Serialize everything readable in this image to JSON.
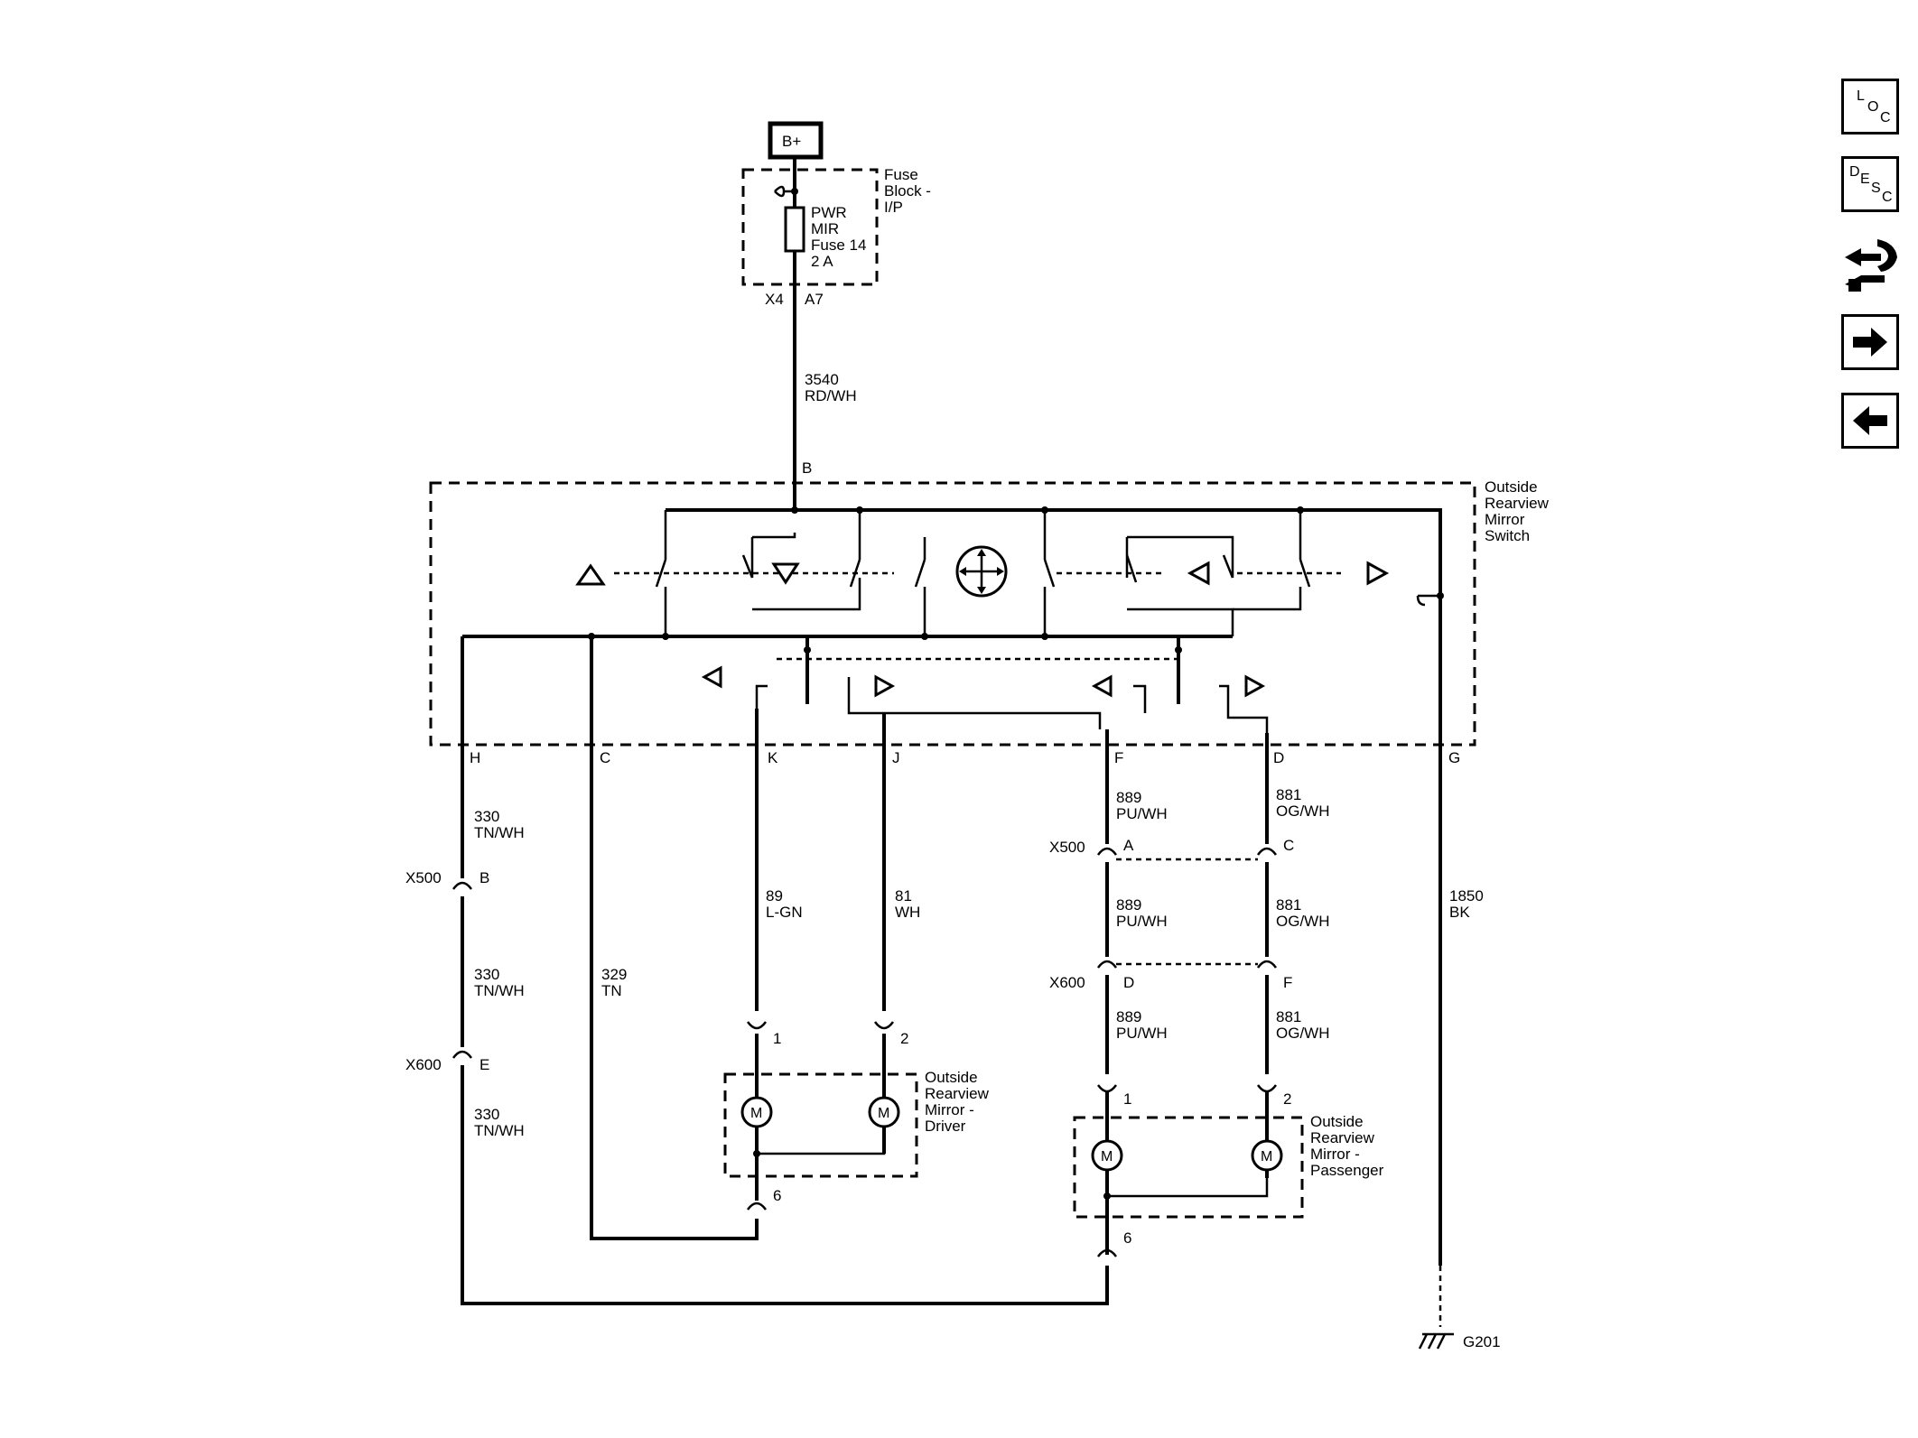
{
  "source": {
    "label": "B+"
  },
  "fuse_block": {
    "title_lines": [
      "Fuse",
      "Block -",
      "I/P"
    ],
    "fuse_lines": [
      "PWR",
      "MIR",
      "Fuse 14",
      "2 A"
    ],
    "pin_left": "X4",
    "pin_right": "A7"
  },
  "feed_wire": {
    "circuit": "3540",
    "color": "RD/WH"
  },
  "switch": {
    "title_lines": [
      "Outside",
      "Rearview",
      "Mirror",
      "Switch"
    ],
    "pin_top": "B",
    "pins_bottom": [
      "H",
      "C",
      "K",
      "J",
      "F",
      "D",
      "G"
    ]
  },
  "wires": {
    "h_a": {
      "circuit": "330",
      "color": "TN/WH"
    },
    "h_b": {
      "circuit": "330",
      "color": "TN/WH"
    },
    "h_c": {
      "circuit": "330",
      "color": "TN/WH"
    },
    "c": {
      "circuit": "329",
      "color": "TN"
    },
    "k": {
      "circuit": "89",
      "color": "L-GN"
    },
    "j": {
      "circuit": "81",
      "color": "WH"
    },
    "f_a": {
      "circuit": "889",
      "color": "PU/WH"
    },
    "f_b": {
      "circuit": "889",
      "color": "PU/WH"
    },
    "f_c": {
      "circuit": "889",
      "color": "PU/WH"
    },
    "d_a": {
      "circuit": "881",
      "color": "OG/WH"
    },
    "d_b": {
      "circuit": "881",
      "color": "OG/WH"
    },
    "d_c": {
      "circuit": "881",
      "color": "OG/WH"
    },
    "g": {
      "circuit": "1850",
      "color": "BK"
    }
  },
  "connectors": {
    "x500_left": {
      "name": "X500",
      "pin": "B"
    },
    "x600_left": {
      "name": "X600",
      "pin": "E"
    },
    "x500_right": {
      "name": "X500",
      "pins": [
        "A",
        "C"
      ]
    },
    "x600_right": {
      "name": "X600",
      "pins": [
        "D",
        "F"
      ]
    }
  },
  "driver_mirror": {
    "title_lines": [
      "Outside",
      "Rearview",
      "Mirror -",
      "Driver"
    ],
    "pins": [
      "1",
      "2",
      "6"
    ],
    "motor_label": "M"
  },
  "passenger_mirror": {
    "title_lines": [
      "Outside",
      "Rearview",
      "Mirror -",
      "Passenger"
    ],
    "pins": [
      "1",
      "2",
      "6"
    ],
    "motor_label": "M"
  },
  "ground": {
    "label": "G201"
  },
  "nav": {
    "loc": [
      "L",
      "O",
      "C"
    ],
    "desc": [
      "D",
      "E",
      "S",
      "C"
    ],
    "icons": [
      "connector-tool-icon",
      "arrow-right-icon",
      "arrow-left-icon"
    ]
  }
}
